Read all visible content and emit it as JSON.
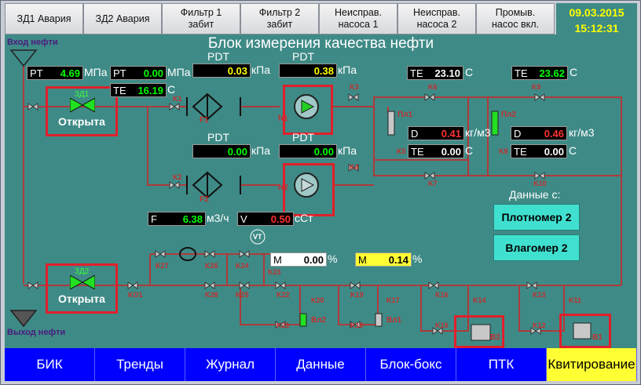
{
  "alarms": [
    "ЗД1 Авария",
    "ЗД2 Авария",
    "Фильтр 1\nзабит",
    "Фильтр 2\nзабит",
    "Неисправ.\nнасоса 1",
    "Неисправ.\nнасоса 2",
    "Промыв.\nнасос вкл."
  ],
  "clock": {
    "date": "09.03.2015",
    "time": "15:12:31"
  },
  "title": "Блок измерения качества нефти",
  "inlet_label": "Вход нефти",
  "outlet_label": "Выход нефти",
  "valves": {
    "zd1": {
      "name": "ЗД1",
      "state": "Открыта"
    },
    "zd2": {
      "name": "ЗД2",
      "state": "Открыта"
    }
  },
  "meters": {
    "pt1": {
      "tag": "PT",
      "value": "4.69",
      "unit": "МПа"
    },
    "pt2": {
      "tag": "PT",
      "value": "0.00",
      "unit": "МПа"
    },
    "te1": {
      "tag": "TE",
      "value": "16.19",
      "unit": "С"
    },
    "pdt_f1": {
      "label": "PDT",
      "value": "0.03",
      "unit": "кПа"
    },
    "pdt_n1": {
      "label": "PDT",
      "value": "0.38",
      "unit": "кПа"
    },
    "pdt_f2": {
      "label": "PDT",
      "value": "0.00",
      "unit": "кПа"
    },
    "pdt_n2": {
      "label": "PDT",
      "value": "0.00",
      "unit": "кПа"
    },
    "te_pl1": {
      "tag": "TE",
      "value": "23.10",
      "unit": "С"
    },
    "te_pl2": {
      "tag": "TE",
      "value": "23.62",
      "unit": "С"
    },
    "d1": {
      "tag": "D",
      "value": "0.41",
      "unit": "кг/м3"
    },
    "te_d1": {
      "tag": "TE",
      "value": "0.00",
      "unit": "С"
    },
    "d2": {
      "tag": "D",
      "value": "0.46",
      "unit": "кг/м3"
    },
    "te_d2": {
      "tag": "TE",
      "value": "0.00",
      "unit": "С"
    },
    "flow": {
      "tag": "F",
      "value": "6.38",
      "unit": "м3/ч"
    },
    "viscosity": {
      "tag": "V",
      "value": "0.50",
      "unit": "сСт"
    },
    "m1": {
      "tag": "M",
      "value": "0.00",
      "unit": "%"
    },
    "m2": {
      "tag": "M",
      "value": "0.14",
      "unit": "%"
    }
  },
  "equipment": {
    "f1": "F1",
    "f2": "F2",
    "n1": "N1",
    "n2": "N2",
    "pl1": "Пл1",
    "pl2": "Пл2",
    "vt": "VT",
    "vn1": "Вл1",
    "vn2": "Вл2",
    "b1": "В1",
    "b2": "В2"
  },
  "valve_tags": [
    "K1",
    "K2",
    "K3",
    "K4",
    "K5",
    "K6",
    "K7",
    "K8",
    "K9",
    "K10",
    "K11",
    "K12",
    "K13",
    "K14",
    "K15",
    "K16",
    "K17",
    "K18",
    "K19",
    "K20",
    "K21",
    "K22",
    "K23",
    "K24",
    "K25",
    "K26",
    "K27",
    "K28",
    "KO1"
  ],
  "data_from": {
    "label": "Данные с:",
    "btn1": "Плотномер 2",
    "btn2": "Влагомер 2"
  },
  "nav": [
    "БИК",
    "Тренды",
    "Журнал",
    "Данные",
    "Блок-бокс",
    "ПТК",
    "Квитирование"
  ]
}
